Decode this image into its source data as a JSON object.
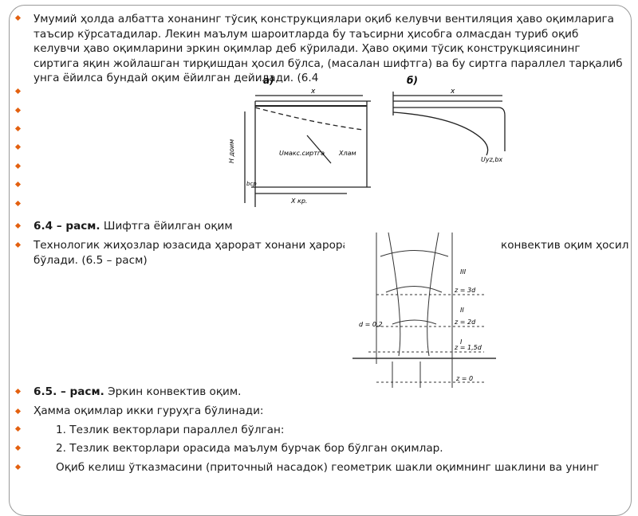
{
  "slide": {
    "paragraph1": "Умумий ҳолда албатта хонанинг тўсиқ конструкциялари оқиб келувчи вентиляция ҳаво оқимларига таъсир кўрсатадилар. Лекин маълум шароитларда бу таъсирни ҳисобга олмасдан туриб оқиб келувчи ҳаво оқимларини эркин оқимлар деб кўрилади. Ҳаво оқими тўсиқ конструкциясининг сиртига яқин жойлашган тирқишдан ҳосил бўлса, (масалан шифтга) ва бу сиртга параллел тарқалиб унга ёйилса бундай оқим ёйилган дейилади. (6.4",
    "figure1": {
      "label_a": "а)",
      "label_b": "б)",
      "x_top_a": "x",
      "x_top_b": "x",
      "u_label": "Uмакс.сиртга",
      "u_sub": "Хлам",
      "side_label": "H доим",
      "bottom_label": "X кр.",
      "left_small": "bcp",
      "right_label": "Uyz,bx"
    },
    "caption1_bold": "6.4 – расм.",
    "caption1_text": " Шифтга ёйилган оқим",
    "paragraph2_start": "Технологик жиҳозлар юзасида ҳарорат хонани ҳароратидан юқори бўлса, унинг атрофида эркин конвектив оқим ҳосил бўлади. (6.5 – расм)",
    "paragraph2_line1": "Технологик жиҳозлар юзасида ҳарорат хонани ҳароратида",
    "paragraph2_line1_end": "конвектив оқим ҳосил",
    "paragraph2_line2": "бўлади. (6.5 – расм)",
    "figure2": {
      "zone_iii": "III",
      "zone_ii": "II",
      "zone_i": "I",
      "z1": "z = 3d",
      "z2": "z = 2d",
      "z3": "z = 1,5d",
      "z0": "z = 0",
      "d_label": "d = 0,2"
    },
    "caption2_bold": "6.5. – расм.",
    "caption2_text": " Эркин конвектив оқим.",
    "line_groups": "Ҳамма оқимлар икки гуруҳга бўлинади:",
    "item1": "1. Тезлик векторлари параллел бўлган:",
    "item2": "2. Тезлик векторлари орасида маълум бурчак бор бўлган оқимлар.",
    "line_last": "Оқиб келиш ўтказмасини (приточный насадок) геометрик шакли оқимнинг шаклини ва унинг"
  },
  "colors": {
    "bullet": "#e3600f",
    "frame": "#9a9a9a"
  }
}
